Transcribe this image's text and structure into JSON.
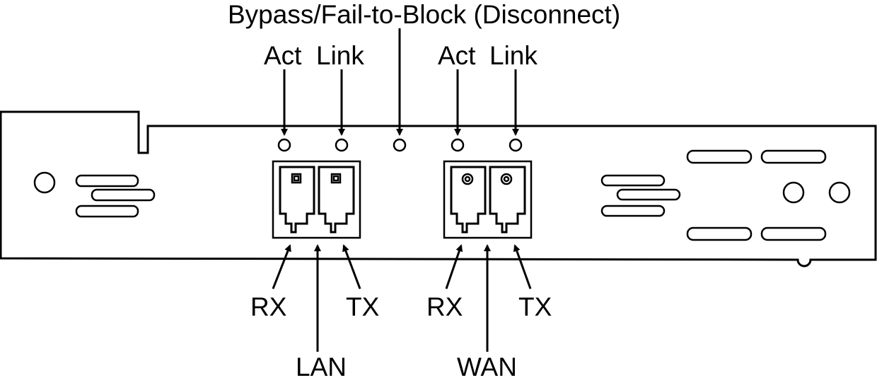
{
  "labels": {
    "bypass": "Bypass/Fail-to-Block (Disconnect)",
    "lan_act": "Act",
    "lan_link": "Link",
    "wan_act": "Act",
    "wan_link": "Link",
    "lan_rx": "RX",
    "lan_tx": "TX",
    "wan_rx": "RX",
    "wan_tx": "TX",
    "lan": "LAN",
    "wan": "WAN"
  }
}
